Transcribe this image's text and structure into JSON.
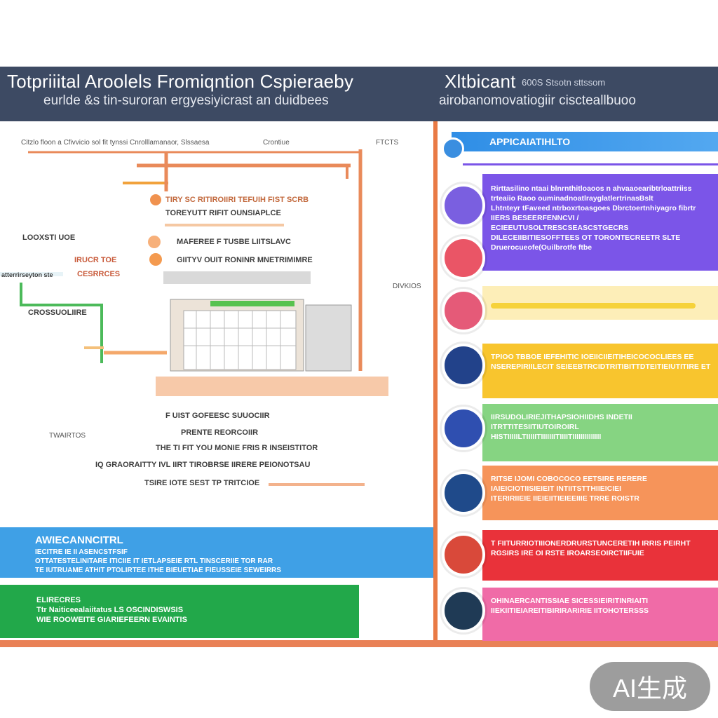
{
  "header": {
    "title_left": "Totpriiital Aroolels Fromiqntion Cspieraeby",
    "subtitle_left": "eurlde &s tin-suroran ergyesiyicrast an duidbees",
    "title_right": "Xltbicant",
    "title_right_small": "600S   Stsotn sttssom",
    "subtitle_right": "airobanomovatiogiir ciscteallbuoo"
  },
  "flow": {
    "top_label_1": "Citzlo floon a Cfivvicio sol fit tynssi Cnrolllamanaor, Slssaesa",
    "top_label_2": "Crontiue",
    "top_right_label": "FTCTS",
    "left_label_1": "LOOXSTI UOE",
    "left_label_2": "atterrirseyton ste",
    "left_label_3": "IRUCR TOE",
    "left_label_4": "CESRRCES",
    "left_label_5": "CROSSUOLIIRE",
    "mid_label_1": "TIRY SC RITIROIIRI TEFUIH FIST SCRB",
    "mid_label_2": "TOREYUTT RIFIT OUNSIAPLCE",
    "mid_label_3": "MAFEREE F TUSBE LIITSLAVC",
    "mid_label_4": "GIITYV OUIT RONINR MNETRIMIMRE",
    "right_label_1": "DIVKIOS",
    "lower_1": "F UIST GOFEESC SUUOCIIR",
    "lower_2": "PRENTE REORCOIIR",
    "lower_3": "THE TI FIT YOU MONIE FRIS R INSEISTITOR",
    "lower_4": "IQ GRAORAITTY IVL IIRT TIROBRSE IIRERE PEIONOTSAU",
    "lower_5": "TSIRE IOTE SEST TP TRITCIOE",
    "lower_left": "TWAIRTOS"
  },
  "blue_band": {
    "title": "AWIECANNCITRL",
    "line_1": "IECITRE IE II ASENCSTFSIF",
    "line_2": "OTTATESTELINITARE ITICIIE IT IETLAPSEIE RTL TINSCERIIE TOR RAR",
    "line_3": "TE IUTRUAME ATHIT PTOLIRTEE ITHE BIEUETIAE FIEUSSEIE SEWEIRRS"
  },
  "green_band": {
    "title": "ELIRECRES",
    "line_1": "Ttr Naiticeealaiitatus LS OSCINDISWSIS",
    "line_2": "WIE ROOWEITE GIARIEFEERN EVAINTIS"
  },
  "right_column": {
    "header_label": "APPICAIATIHLTO",
    "panels": [
      {
        "lines": [
          "Rirttasilino ntaai blnrnthitloaoos n ahvaaoearibtrloattriiss",
          "trteaiio Raoo ouminadnoatlrayglatlertrinasBslt",
          "Lhtnteyr tFaveed ntrboxrtoasgoes Dbrctoertnhiyagro fibrtr",
          "IIERS BESEERFENNCVI / ECIEEUTUSOLTRESCSEASCSTGECRS",
          "DILECEIIBITIESOFFTEES OT TORONTECREETR SLTE",
          "Druerocueofe(Ouilbrotfe ftbe"
        ],
        "color": "#7b55e8",
        "circle": "#7a5fe0"
      },
      {
        "lines": [],
        "color": "#f7e8b5",
        "circle": "#ea5566"
      },
      {
        "lines": [],
        "color": "#fdeeb8",
        "circle": "#e55a78"
      },
      {
        "lines": [
          "TPIOO TBBOE IEFEHITIC IOEIICIIEITIHEICOCOCLIEES EE",
          "NSEREPIRIILECIT SEIEEBTRCIDTRITIBITTDTEITIEIUTITIRE ET"
        ],
        "color": "#f8c52e",
        "circle": "#22428a"
      },
      {
        "lines": [
          "IIRSUDOLIRIEJITHAPSIOHIIDHS INDETII",
          "ITRTTITESIITIUTOIROIRL",
          "HISTIIIIILTIIIIITIIIIIIITIIIITIIIIIIIIIIIIII"
        ],
        "color": "#86d482",
        "circle": "#2f4fb0"
      },
      {
        "lines": [
          "RITSE IJOMI COBOCOCO EETSIRE RERERE",
          "IAIEICIOTIISIEIEIT INTIITSTTHIIEICIEI",
          "ITERIRIIEIE IIEIEIITIEIEEIIIE TRRE ROISTR"
        ],
        "color": "#f6945a",
        "circle": "#1f4a8a"
      },
      {
        "lines": [
          "T  FIITURRIOTIIIONERDRURSTUNCERETIH IRRIS PEIRHT",
          "RGSIRS IRE OI RSTE              IROARSEOIRCTIIFUIE"
        ],
        "color": "#e9323a",
        "circle": "#d9493a"
      },
      {
        "lines": [
          "OHINAERCANTISSIAE SICESSIEIRITINRIAITI",
          "IIEKIITIEIAREITIBIRIRARIRIE IITOHOTERSSS"
        ],
        "color": "#f06ba7",
        "circle": "#1f3a55"
      }
    ]
  },
  "badge": "AI生成"
}
